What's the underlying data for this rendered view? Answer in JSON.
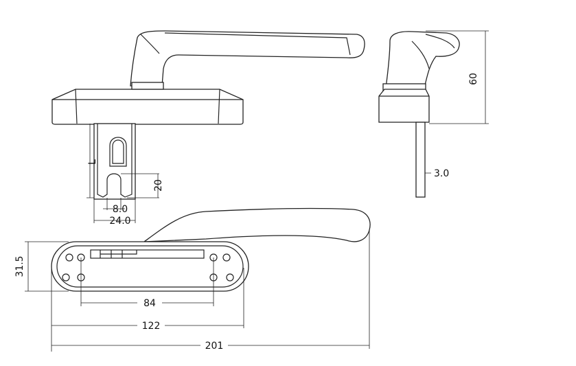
{
  "dimensions": {
    "height_60": "60",
    "spindle_3": "3.0",
    "spindle_length": "L",
    "slot_depth_20": "20",
    "slot_width_8": "8.0",
    "spindle_width_24": "24.0",
    "plate_height_31_5": "31.5",
    "hole_spacing_84": "84",
    "plate_length_122": "122",
    "overall_length_201": "201"
  },
  "line_color": "#222222"
}
